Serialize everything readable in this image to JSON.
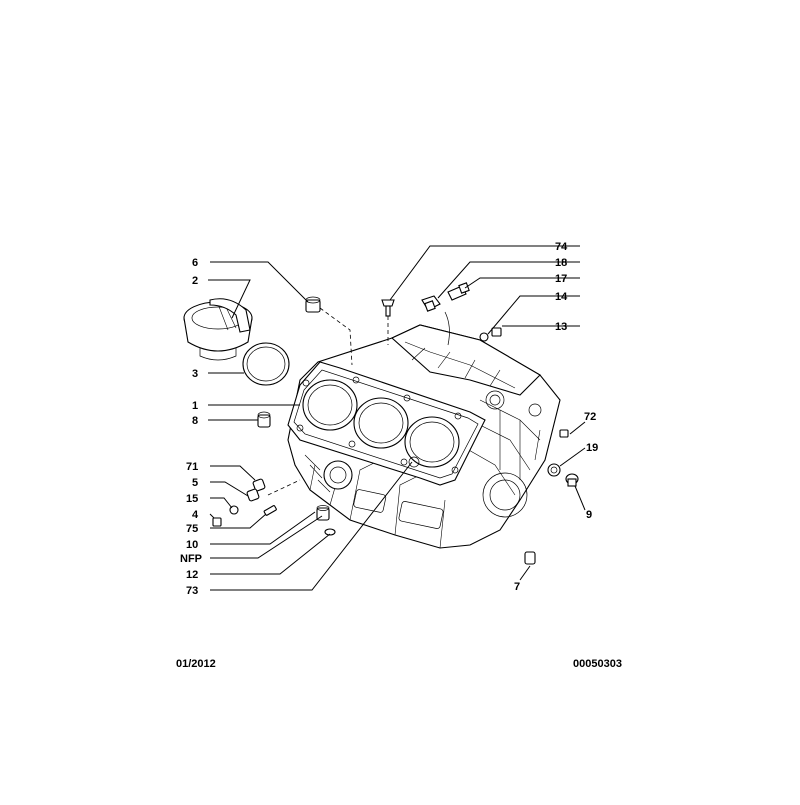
{
  "labels": {
    "l6": "6",
    "l2": "2",
    "l3": "3",
    "l1": "1",
    "l8": "8",
    "l71": "71",
    "l5": "5",
    "l15": "15",
    "l4": "4",
    "l75": "75",
    "l10": "10",
    "lNFP": "NFP",
    "l12": "12",
    "l73": "73",
    "l74": "74",
    "l18": "18",
    "l17": "17",
    "l14": "14",
    "l13": "13",
    "l72": "72",
    "l19": "19",
    "l9": "9",
    "l7": "7"
  },
  "footer": {
    "date": "01/2012",
    "reference": "00050303"
  }
}
